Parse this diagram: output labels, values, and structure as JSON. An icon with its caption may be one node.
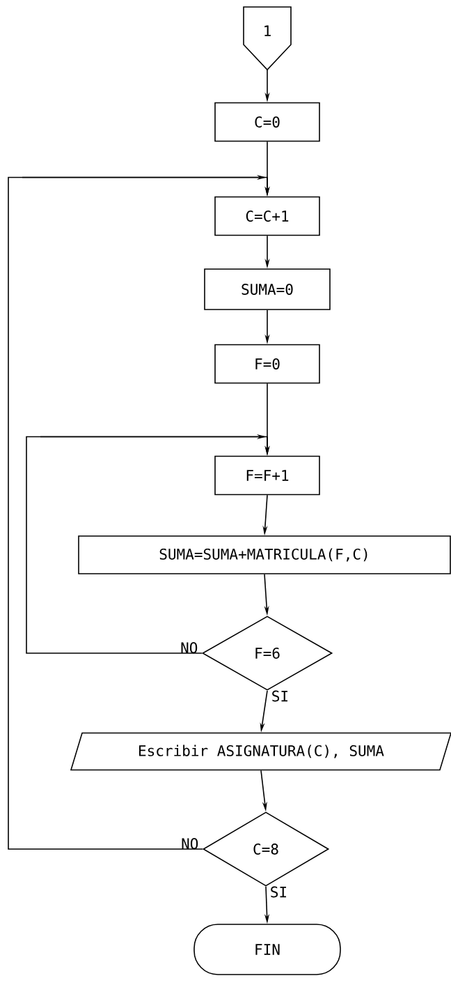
{
  "diagram": {
    "nodes": [
      {
        "text": [
          "1"
        ]
      },
      {
        "text": [
          "C=0"
        ]
      },
      {
        "text": [
          "C=C+1"
        ]
      },
      {
        "text": [
          "SUMA=0"
        ]
      },
      {
        "text": [
          "F=0"
        ]
      },
      {
        "text": [
          "F=F+1"
        ]
      },
      {
        "text": [
          "SUMA=SUMA+MATRICULA(F,C)"
        ]
      },
      {
        "text": [
          "F=6"
        ]
      },
      {
        "text": [
          "Escribir ASIGNATURA(C), SUMA"
        ]
      },
      {
        "text": [
          "C=8"
        ]
      },
      {
        "text": [
          "FIN"
        ]
      }
    ],
    "edges": [
      {
        "from": 0,
        "to": 1,
        "arrow": "to"
      },
      {
        "from": 1,
        "to": 2,
        "arrow": "to"
      },
      {
        "from": 2,
        "to": 3,
        "arrow": "to"
      },
      {
        "from": 3,
        "to": 4,
        "arrow": "to"
      },
      {
        "from": 4,
        "to": 5,
        "arrow": "to"
      },
      {
        "from": 5,
        "to": 6,
        "arrow": "to"
      },
      {
        "from": 6,
        "to": 7,
        "arrow": "to"
      },
      {
        "from": 7,
        "to": 5,
        "label": "NO",
        "arrow": "to"
      },
      {
        "from": 7,
        "to": 8,
        "label": "SI",
        "arrow": "to"
      },
      {
        "from": 8,
        "to": 9,
        "arrow": "to"
      },
      {
        "from": 9,
        "to": 2,
        "label": "NO",
        "arrow": "to"
      },
      {
        "from": 9,
        "to": 10,
        "label": "SI",
        "arrow": "to"
      }
    ]
  }
}
